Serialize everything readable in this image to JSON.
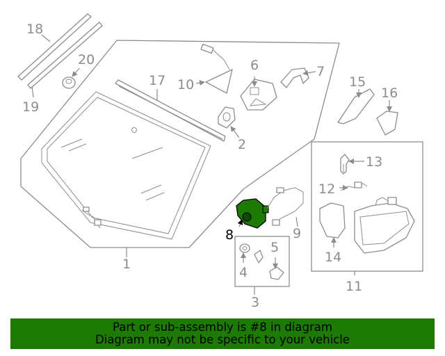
{
  "diagram": {
    "highlighted_part": "8",
    "highlight_color": "#1c7a05",
    "callouts": {
      "c1": "1",
      "c2": "2",
      "c3": "3",
      "c4": "4",
      "c5": "5",
      "c6": "6",
      "c7": "7",
      "c8": "8",
      "c9": "9",
      "c10": "10",
      "c11": "11",
      "c12": "12",
      "c13": "13",
      "c14": "14",
      "c15": "15",
      "c16": "16",
      "c17": "17",
      "c18": "18",
      "c19": "19",
      "c20": "20"
    }
  },
  "banner": {
    "line1": "Part or sub-assembly is #8 in diagram",
    "line2": "Diagram may not be specific to your vehicle",
    "background": "#1c7a05"
  }
}
